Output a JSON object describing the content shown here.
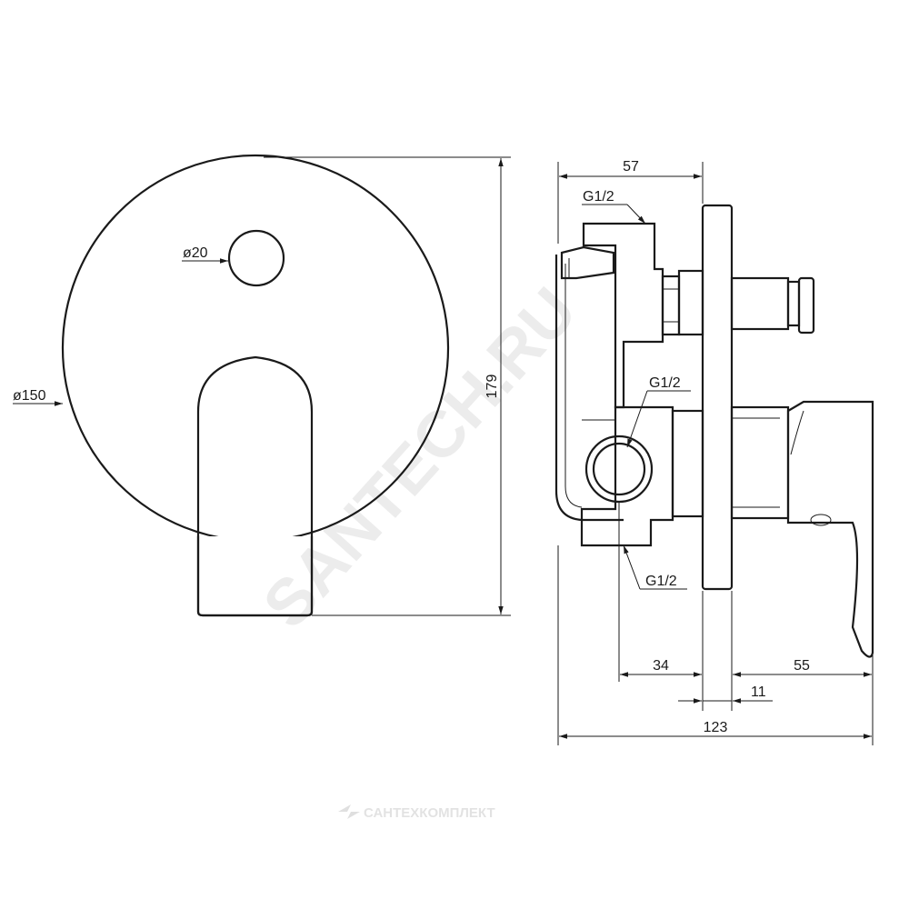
{
  "front_view": {
    "dim_height": "179",
    "dim_plate_diameter": "ø150",
    "dim_button_diameter": "ø20"
  },
  "side_view": {
    "dim_body_depth": "57",
    "dim_to_plate": "34",
    "dim_handle": "55",
    "dim_plate_thickness": "11",
    "dim_total": "123",
    "thread_top": "G1/2",
    "thread_middle": "G1/2",
    "thread_bottom": "G1/2"
  },
  "watermark": {
    "text": "SANTECH.RU",
    "footer": "САНТЕХКОМПЛЕКТ"
  }
}
